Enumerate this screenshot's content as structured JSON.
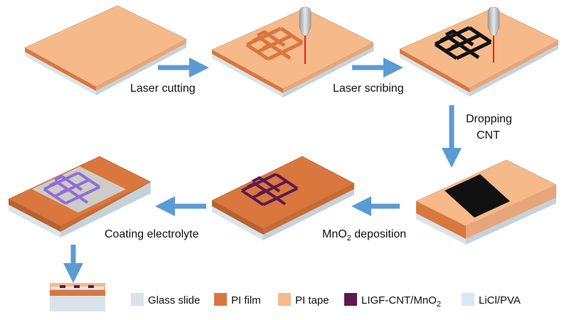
{
  "steps": {
    "laser_cutting": "Laser cutting",
    "laser_scribing": "Laser scribing",
    "dropping_cnt_line1": "Dropping",
    "dropping_cnt_line2": "CNT",
    "mno2_prefix": "MnO",
    "mno2_sub": "2",
    "mno2_suffix": " deposition",
    "coating_electrolyte": "Coating electrolyte"
  },
  "legend": {
    "glass_slide": "Glass slide",
    "pi_film": "PI film",
    "pi_tape": "PI tape",
    "ligf_prefix": "LIGF-CNT/MnO",
    "ligf_sub": "2",
    "licl_pva": "LiCl/PVA"
  },
  "colors": {
    "pi_tape": "#f6b98a",
    "pi_film": "#d9773e",
    "glass_slide": "#d9e3ea",
    "ligf_cnt_mno2": "#5b1a4f",
    "licl_pva": "#d7e9f5",
    "arrow": "#5b9bd5",
    "carbon": "#111111",
    "laser": "#e0201b",
    "nozzle": "#c8c8c8"
  }
}
